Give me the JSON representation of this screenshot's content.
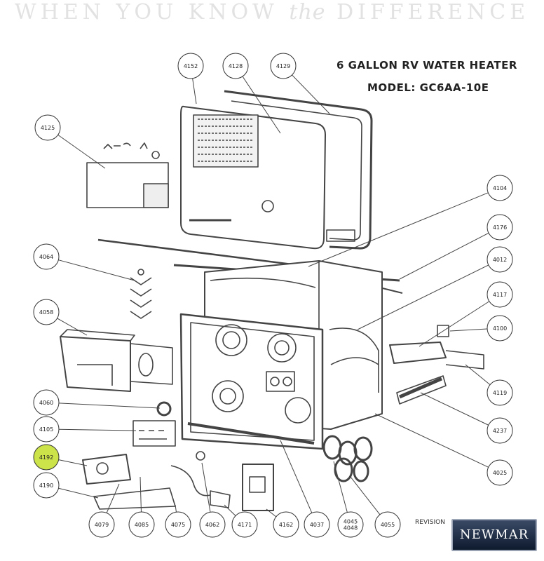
{
  "banner": {
    "pre": "WHEN YOU KNOW ",
    "mid": "the",
    "post": " DIFFERENCE"
  },
  "title": "6 GALLON RV WATER HEATER",
  "model": "MODEL: GC6AA-10E",
  "revision": "REVISION",
  "logo": "NEWMAR",
  "colors": {
    "highlight": "#cde34a",
    "line": "#444444"
  },
  "parts": [
    {
      "id": "p4152",
      "label": "4152"
    },
    {
      "id": "p4128",
      "label": "4128"
    },
    {
      "id": "p4129",
      "label": "4129"
    },
    {
      "id": "p4125",
      "label": "4125"
    },
    {
      "id": "p4104",
      "label": "4104"
    },
    {
      "id": "p4176",
      "label": "4176"
    },
    {
      "id": "p4064",
      "label": "4064"
    },
    {
      "id": "p4012",
      "label": "4012"
    },
    {
      "id": "p4117",
      "label": "4117"
    },
    {
      "id": "p4058",
      "label": "4058"
    },
    {
      "id": "p4100",
      "label": "4100"
    },
    {
      "id": "p4119",
      "label": "4119"
    },
    {
      "id": "p4060",
      "label": "4060"
    },
    {
      "id": "p4237",
      "label": "4237"
    },
    {
      "id": "p4105",
      "label": "4105"
    },
    {
      "id": "p4192",
      "label": "4192",
      "highlight": true
    },
    {
      "id": "p4025",
      "label": "4025"
    },
    {
      "id": "p4190",
      "label": "4190"
    },
    {
      "id": "p4079",
      "label": "4079"
    },
    {
      "id": "p4085",
      "label": "4085"
    },
    {
      "id": "p4075",
      "label": "4075"
    },
    {
      "id": "p4062",
      "label": "4062"
    },
    {
      "id": "p4171",
      "label": "4171"
    },
    {
      "id": "p4162",
      "label": "4162"
    },
    {
      "id": "p4037",
      "label": "4037"
    },
    {
      "id": "p4045",
      "label": "4045\n4048"
    },
    {
      "id": "p4055",
      "label": "4055"
    }
  ]
}
